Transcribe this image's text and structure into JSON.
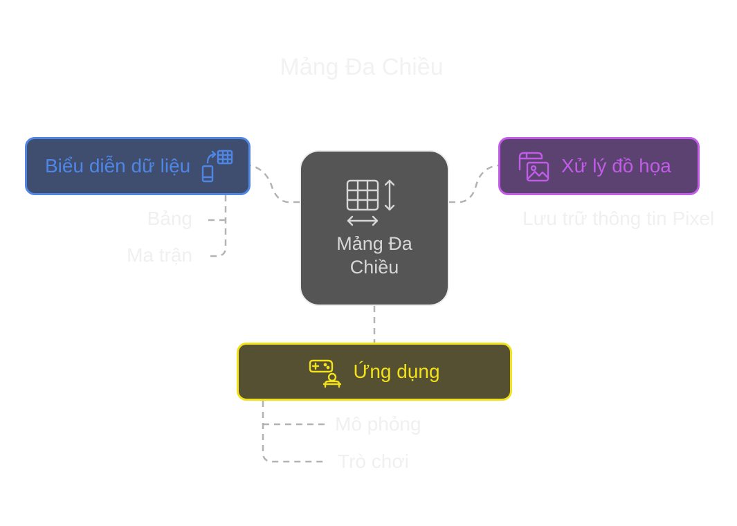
{
  "diagram": {
    "title": "Mảng Đa Chiều",
    "center": {
      "label": "Mảng Đa Chiều",
      "icon": "grid-resize-icon",
      "color": "#555555"
    },
    "branches": [
      {
        "id": "data",
        "label": "Biểu diễn dữ liệu",
        "icon": "data-transfer-icon",
        "fill": "#3f4e6e",
        "stroke": "#4f86e6",
        "text_color": "#4f86e6",
        "leaves": [
          "Bảng",
          "Ma trận"
        ]
      },
      {
        "id": "graphics",
        "label": "Xử lý đồ họa",
        "icon": "image-gallery-icon",
        "fill": "#5c4270",
        "stroke": "#c15ce8",
        "text_color": "#c15ce8",
        "leaves": [
          "Lưu trữ thông tin Pixel"
        ]
      },
      {
        "id": "apps",
        "label": "Ứng dụng",
        "icon": "gamer-icon",
        "fill": "#545031",
        "stroke": "#f2e21b",
        "text_color": "#f2e21b",
        "leaves": [
          "Mô phỏng",
          "Trò chơi"
        ]
      }
    ]
  }
}
